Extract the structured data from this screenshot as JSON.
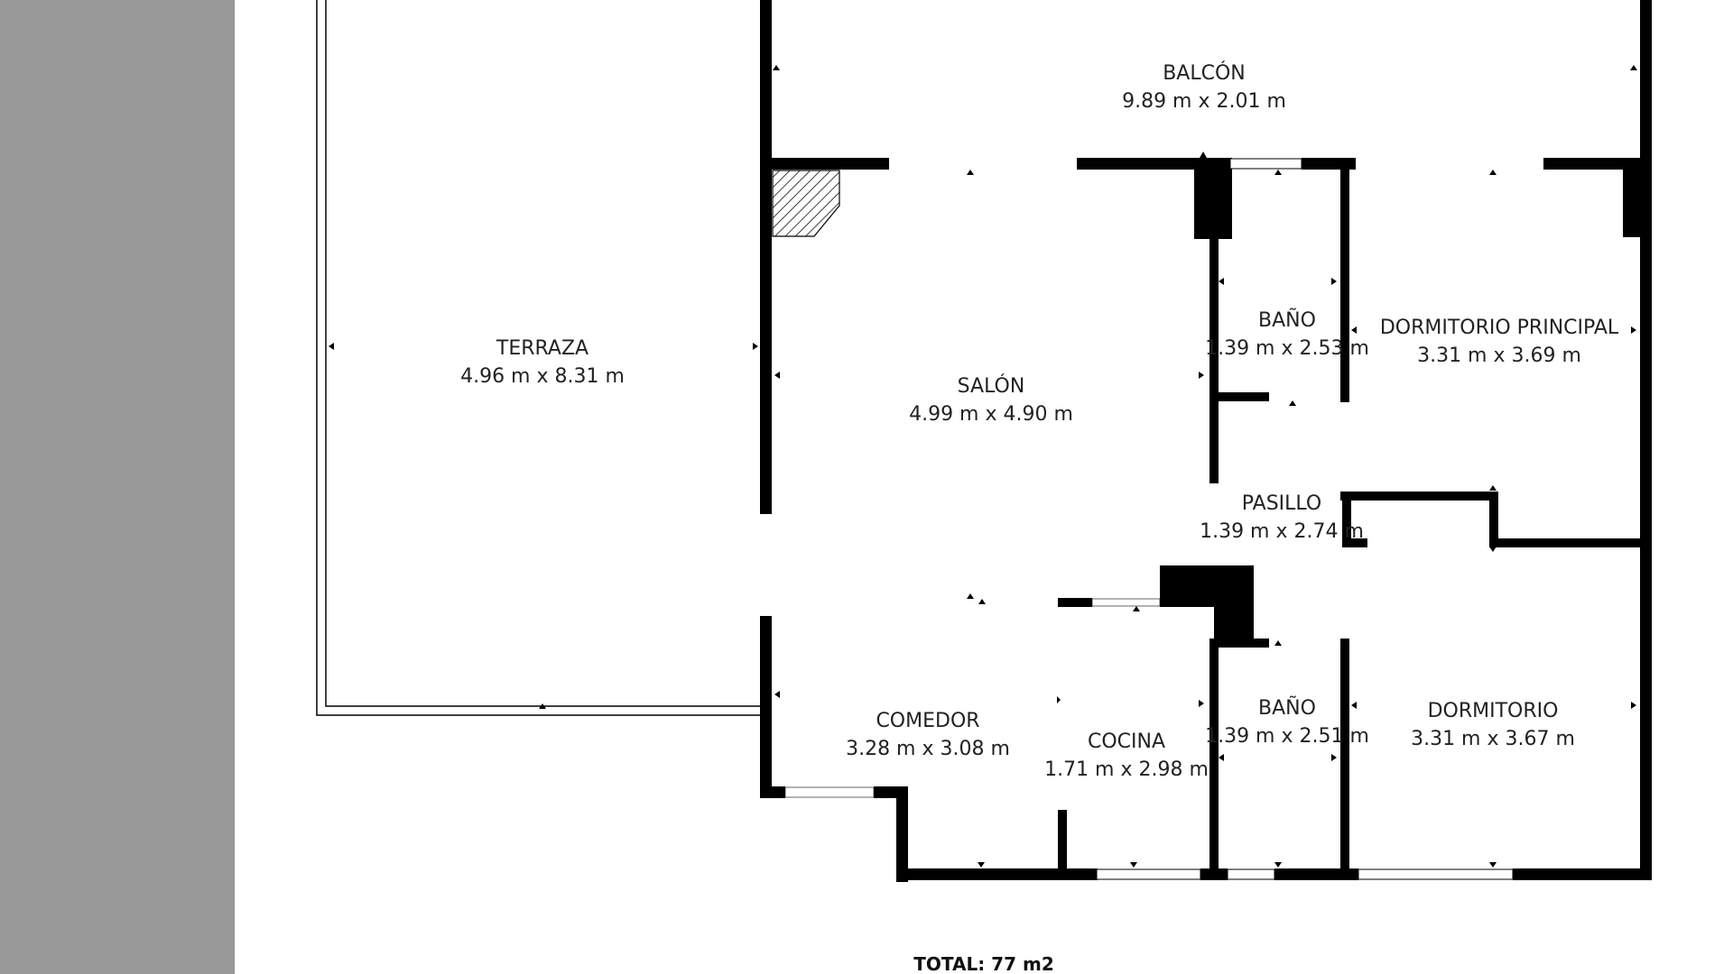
{
  "rooms": {
    "balcon": {
      "name": "BALCÓN",
      "dims": "9.89 m x 2.01 m"
    },
    "terraza": {
      "name": "TERRAZA",
      "dims": "4.96 m x 8.31 m"
    },
    "salon": {
      "name": "SALÓN",
      "dims": "4.99 m x 4.90 m"
    },
    "bano1": {
      "name": "BAÑO",
      "dims": "1.39 m x 2.53 m"
    },
    "dormitorio_principal": {
      "name": "DORMITORIO PRINCIPAL",
      "dims": "3.31 m x 3.69 m"
    },
    "pasillo": {
      "name": "PASILLO",
      "dims": "1.39 m x 2.74 m"
    },
    "comedor": {
      "name": "COMEDOR",
      "dims": "3.28 m x 3.08 m"
    },
    "cocina": {
      "name": "COCINA",
      "dims": "1.71 m x 2.98 m"
    },
    "bano2": {
      "name": "BAÑO",
      "dims": "1.39 m x 2.51 m"
    },
    "dormitorio": {
      "name": "DORMITORIO",
      "dims": "3.31 m x 3.67 m"
    }
  },
  "total": "TOTAL: 77 m2",
  "colors": {
    "wall": "#000000",
    "sidebar": "#999999",
    "background": "#ffffff"
  }
}
